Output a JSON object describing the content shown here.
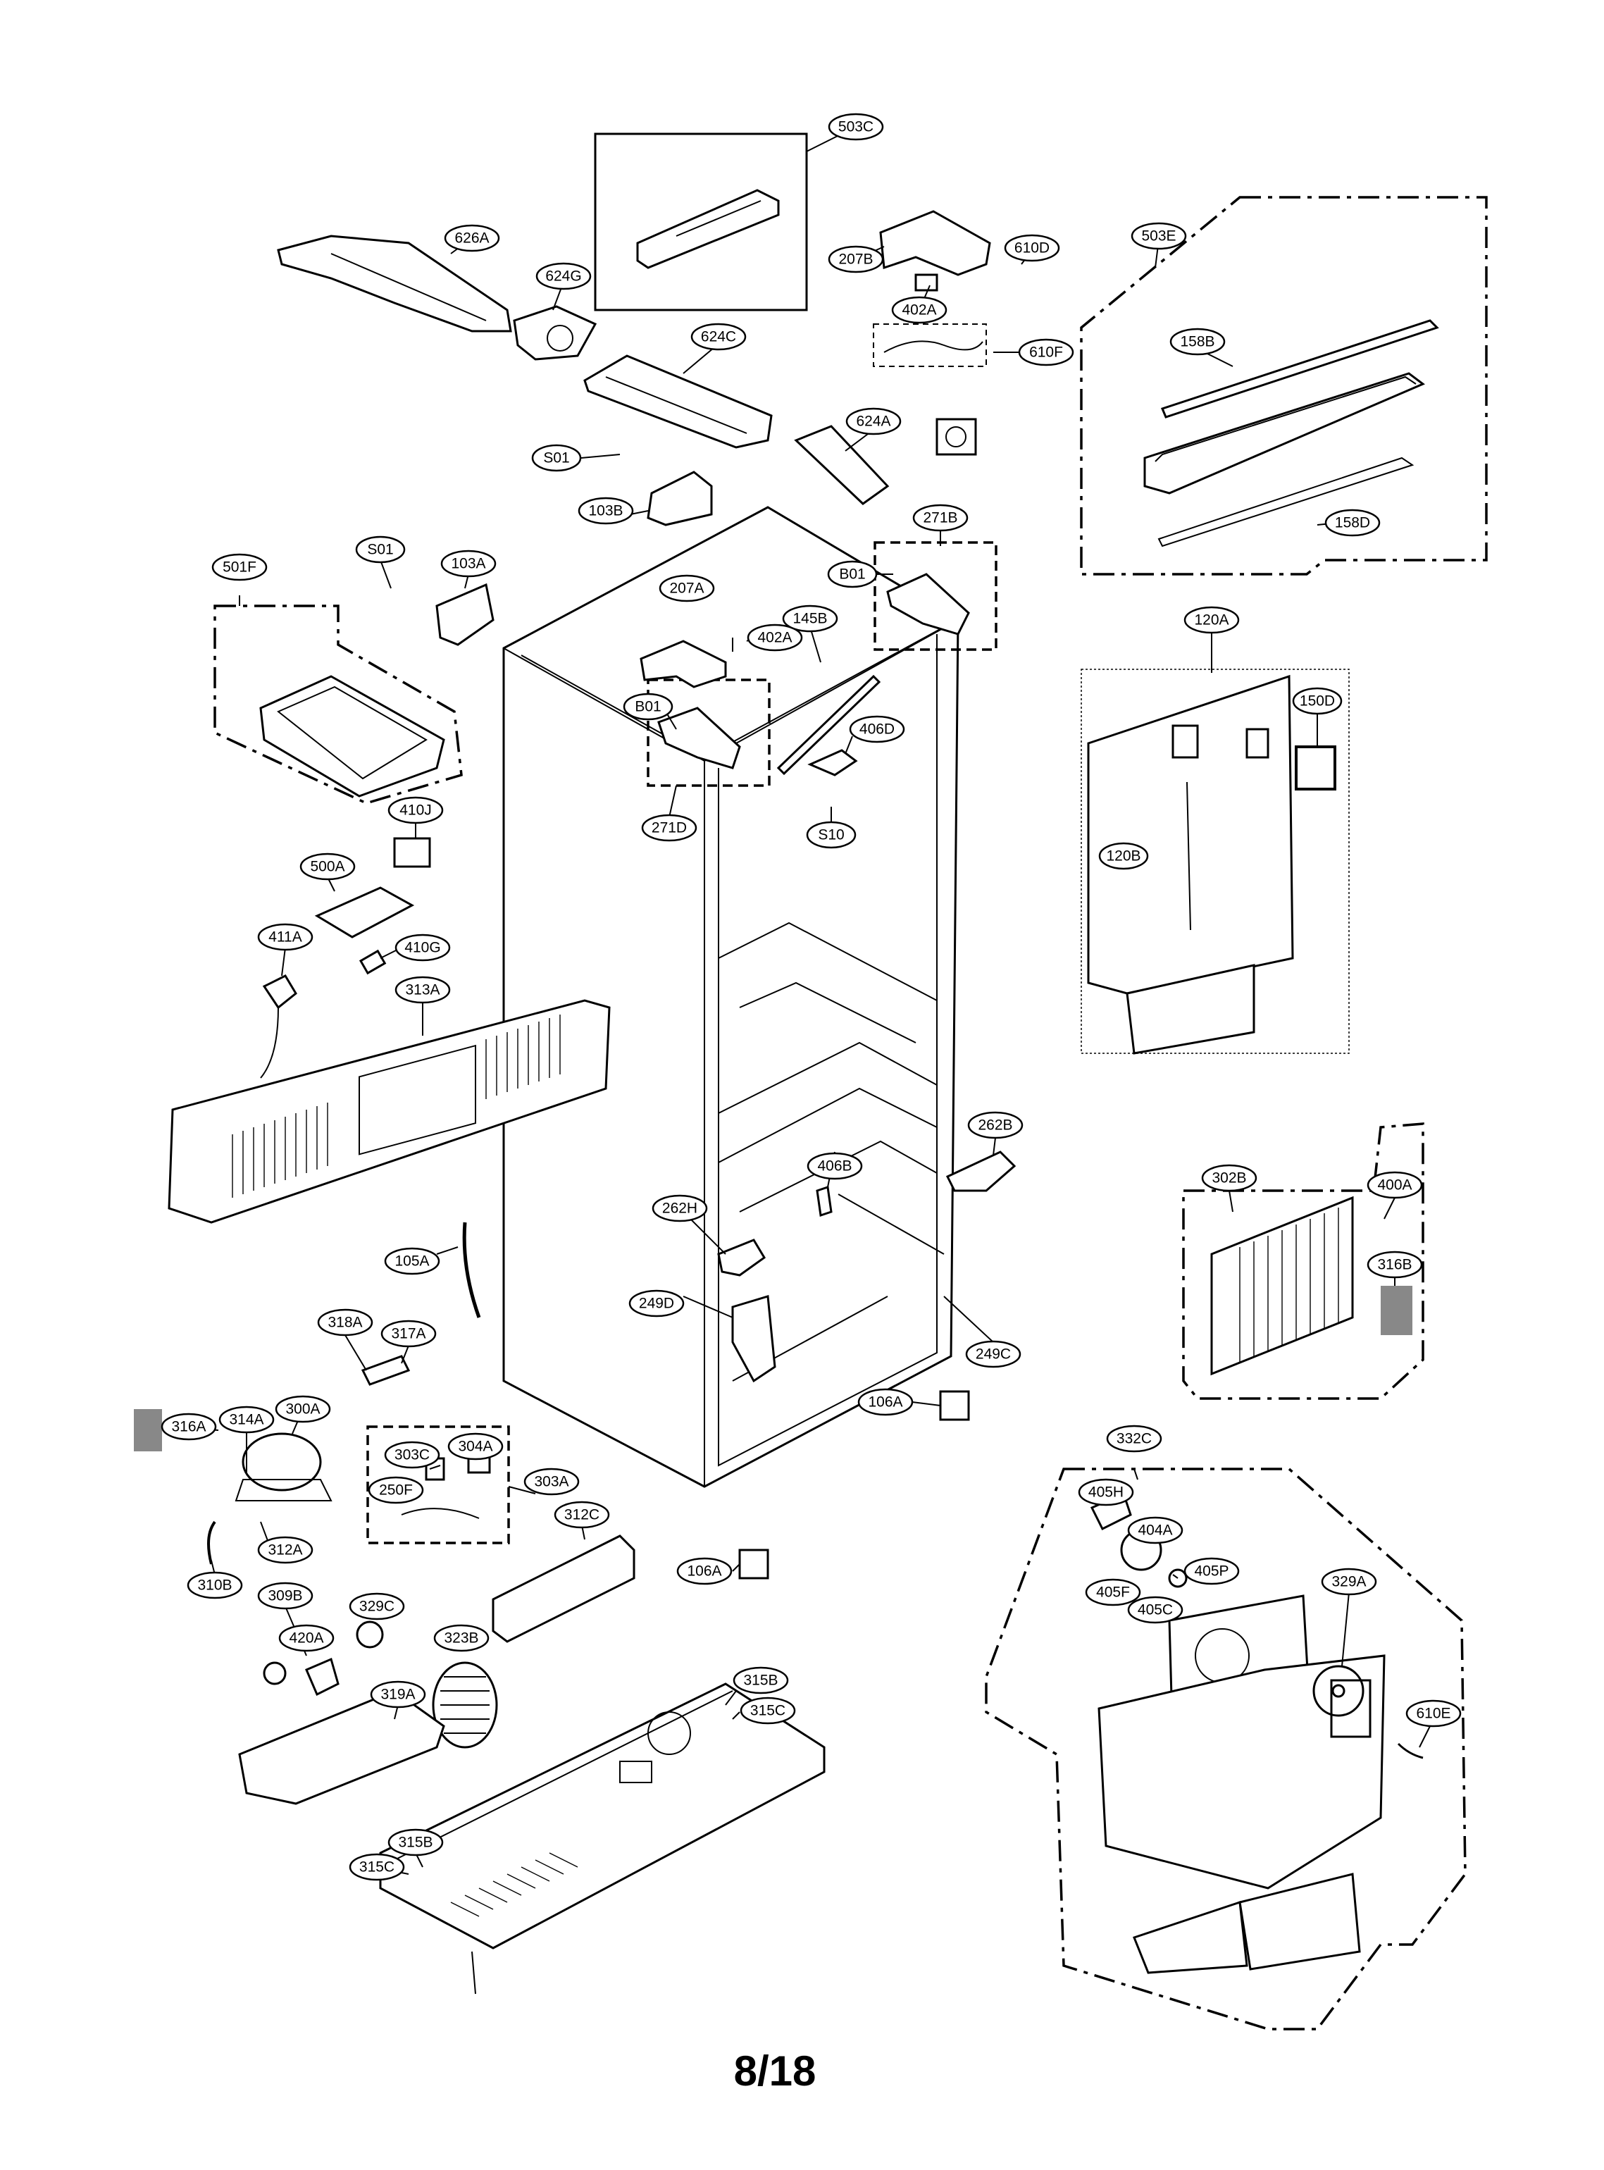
{
  "page": {
    "page_number": "8/18"
  },
  "callouts": [
    {
      "label": "503C"
    },
    {
      "label": "626A"
    },
    {
      "label": "624G"
    },
    {
      "label": "207B"
    },
    {
      "label": "610D"
    },
    {
      "label": "402A"
    },
    {
      "label": "610F"
    },
    {
      "label": "624C"
    },
    {
      "label": "624A"
    },
    {
      "label": "503E"
    },
    {
      "label": "158B"
    },
    {
      "label": "158D"
    },
    {
      "label": "S01"
    },
    {
      "label": "103B"
    },
    {
      "label": "271B"
    },
    {
      "label": "B01"
    },
    {
      "label": "S01"
    },
    {
      "label": "103A"
    },
    {
      "label": "207A"
    },
    {
      "label": "402A"
    },
    {
      "label": "145B"
    },
    {
      "label": "501F"
    },
    {
      "label": "B01"
    },
    {
      "label": "406D"
    },
    {
      "label": "120A"
    },
    {
      "label": "150D"
    },
    {
      "label": "120B"
    },
    {
      "label": "271D"
    },
    {
      "label": "S10"
    },
    {
      "label": "410J"
    },
    {
      "label": "500A"
    },
    {
      "label": "411A"
    },
    {
      "label": "410G"
    },
    {
      "label": "313A"
    },
    {
      "label": "262B"
    },
    {
      "label": "406B"
    },
    {
      "label": "262H"
    },
    {
      "label": "302B"
    },
    {
      "label": "400A"
    },
    {
      "label": "105A"
    },
    {
      "label": "316B"
    },
    {
      "label": "249D"
    },
    {
      "label": "249C"
    },
    {
      "label": "318A"
    },
    {
      "label": "317A"
    },
    {
      "label": "106A"
    },
    {
      "label": "316A"
    },
    {
      "label": "314A"
    },
    {
      "label": "300A"
    },
    {
      "label": "303C"
    },
    {
      "label": "304A"
    },
    {
      "label": "303A"
    },
    {
      "label": "250F"
    },
    {
      "label": "332C"
    },
    {
      "label": "405H"
    },
    {
      "label": "312A"
    },
    {
      "label": "312C"
    },
    {
      "label": "404A"
    },
    {
      "label": "310B"
    },
    {
      "label": "106A"
    },
    {
      "label": "405P"
    },
    {
      "label": "329A"
    },
    {
      "label": "309B"
    },
    {
      "label": "329C"
    },
    {
      "label": "405F"
    },
    {
      "label": "405C"
    },
    {
      "label": "420A"
    },
    {
      "label": "323B"
    },
    {
      "label": "315B"
    },
    {
      "label": "319A"
    },
    {
      "label": "315C"
    },
    {
      "label": "610E"
    },
    {
      "label": "315B"
    },
    {
      "label": "315C"
    }
  ]
}
